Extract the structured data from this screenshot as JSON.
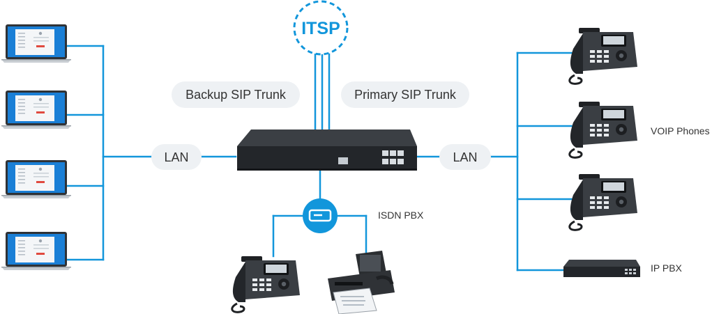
{
  "itsp": {
    "label": "ITSP"
  },
  "trunks": {
    "backup": "Backup SIP Trunk",
    "primary": "Primary SIP Trunk"
  },
  "lan": {
    "left": "LAN",
    "right": "LAN"
  },
  "labels": {
    "isdn_pbx": "ISDN PBX",
    "voip_phones": "VOIP Phones",
    "ip_pbx": "IP PBX"
  },
  "colors": {
    "link": "#1296db",
    "pill": "#eef1f4",
    "device": "#2b2e31"
  }
}
